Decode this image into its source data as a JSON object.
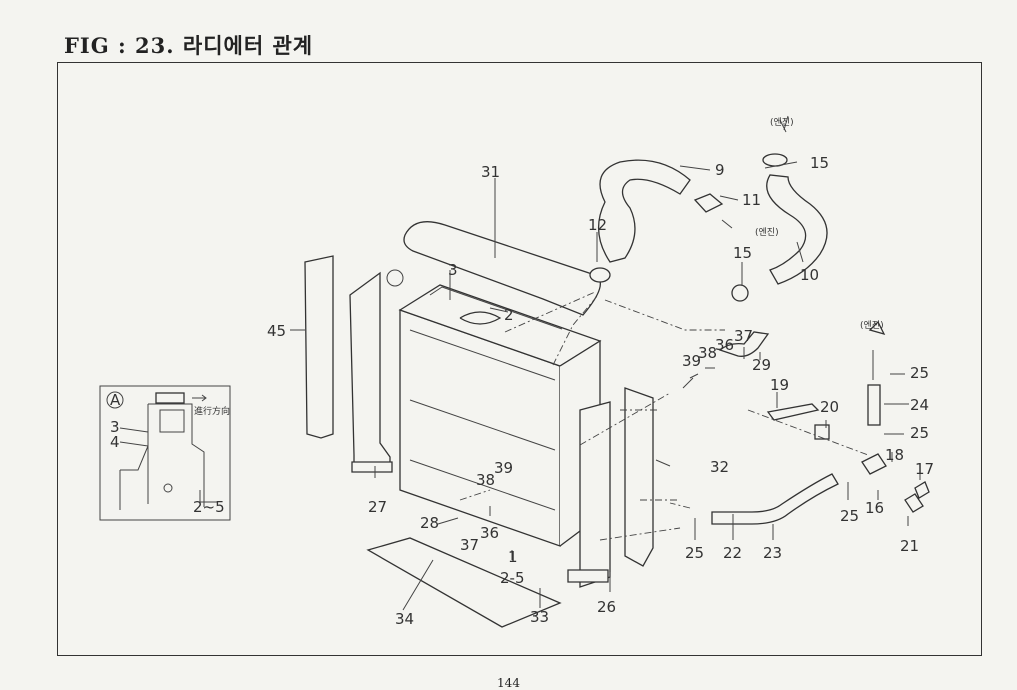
{
  "title": "FIG : 23. 라디에터 관계",
  "page_number": "144",
  "inset": {
    "marker": "A",
    "direction_text": "進行方向",
    "labels": [
      "3",
      "4",
      "2~5"
    ]
  },
  "engine_label": "(엔진)",
  "callouts": [
    "31",
    "9",
    "15",
    "11",
    "12",
    "10",
    "3",
    "2",
    "45",
    "1",
    "27",
    "39",
    "38",
    "36",
    "37",
    "29",
    "19",
    "20",
    "32",
    "28",
    "37",
    "36",
    "2-5",
    "34",
    "33",
    "26",
    "25",
    "22",
    "23",
    "24",
    "18",
    "17",
    "16",
    "21"
  ]
}
